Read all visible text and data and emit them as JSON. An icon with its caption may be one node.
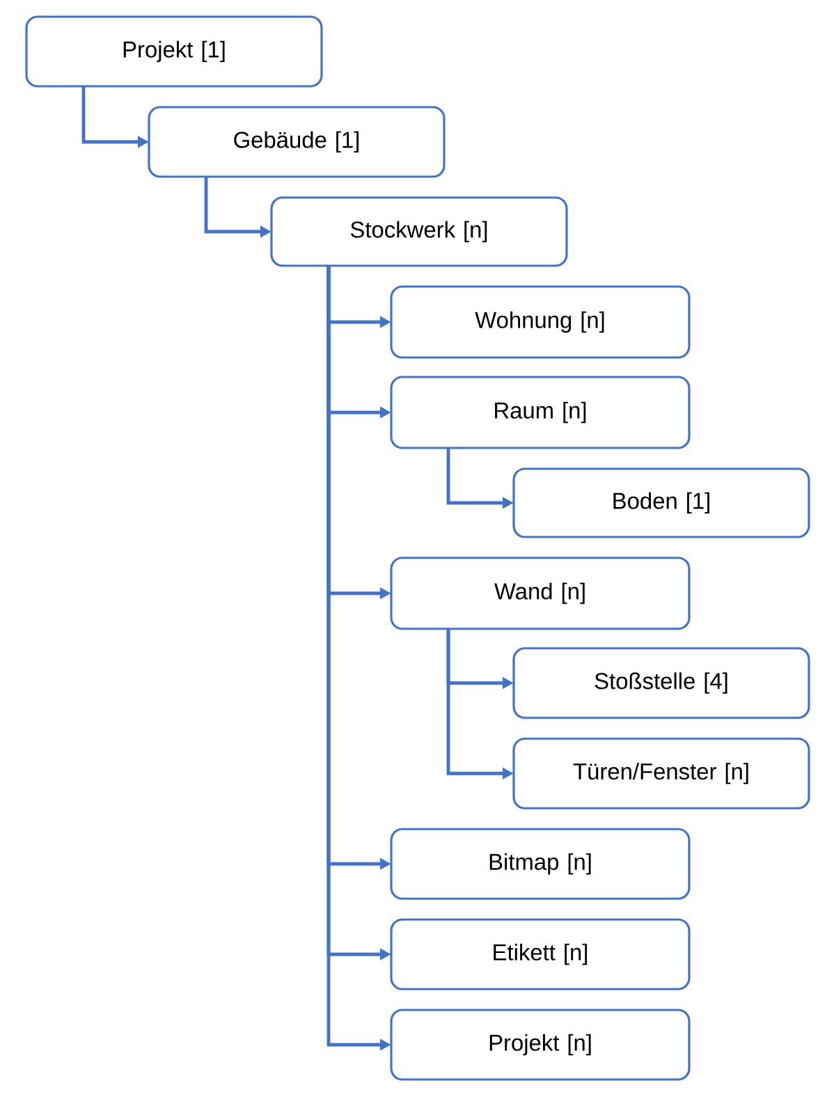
{
  "diagram": {
    "nodes": [
      {
        "text": [
          "Projekt [1]"
        ]
      },
      {
        "text": [
          "Gebäude [1]"
        ]
      },
      {
        "text": [
          "Stockwerk [n]"
        ]
      },
      {
        "text": [
          "Wohnung [n]"
        ]
      },
      {
        "text": [
          "Raum [n]"
        ]
      },
      {
        "text": [
          "Boden [1]"
        ]
      },
      {
        "text": [
          "Wand [n]"
        ]
      },
      {
        "text": [
          "Stoßstelle [4]"
        ]
      },
      {
        "text": [
          "Türen/Fenster [n]"
        ]
      },
      {
        "text": [
          "Bitmap [n]"
        ]
      },
      {
        "text": [
          "Etikett [n]"
        ]
      },
      {
        "text": [
          "Projekt [n]"
        ]
      }
    ],
    "edges": [
      {
        "from": 0,
        "to": 1,
        "arrow": "to"
      },
      {
        "from": 1,
        "to": 2,
        "arrow": "to"
      },
      {
        "from": 2,
        "to": 3,
        "arrow": "to"
      },
      {
        "from": 2,
        "to": 4,
        "arrow": "to"
      },
      {
        "from": 4,
        "to": 5,
        "arrow": "to"
      },
      {
        "from": 2,
        "to": 6,
        "arrow": "to"
      },
      {
        "from": 6,
        "to": 7,
        "arrow": "to"
      },
      {
        "from": 6,
        "to": 8,
        "arrow": "to"
      },
      {
        "from": 2,
        "to": 9,
        "arrow": "to"
      },
      {
        "from": 2,
        "to": 10,
        "arrow": "to"
      },
      {
        "from": 2,
        "to": 11,
        "arrow": "to"
      }
    ]
  }
}
